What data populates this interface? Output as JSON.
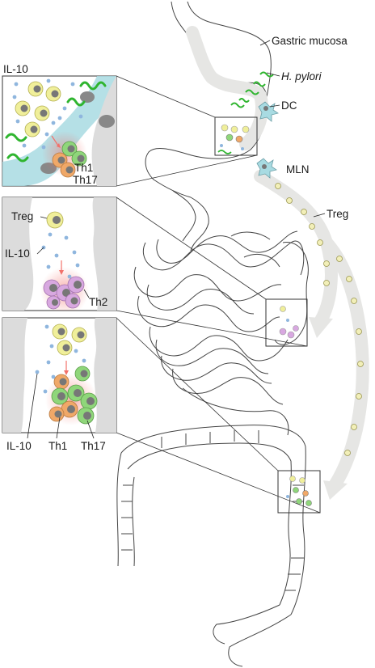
{
  "labels": {
    "gastric_mucosa": "Gastric mucosa",
    "h_pylori": "H. pylori",
    "dc": "DC",
    "mln": "MLN",
    "treg_migration": "Treg",
    "stomach_inset": {
      "il10": "IL-10",
      "th1": "Th1",
      "th17": "Th17"
    },
    "small_intestine_inset": {
      "treg": "Treg",
      "il10": "IL-10",
      "th2": "Th2"
    },
    "colon_inset": {
      "il10": "IL-10",
      "th1": "Th1",
      "th17": "Th17"
    }
  },
  "colors": {
    "tissue_gray": "#e6e6e4",
    "treg_yellow": "#f0ef9a",
    "th1_green": "#8fd67a",
    "th17_orange": "#f0a868",
    "th2_purple": "#d8a8e0",
    "dc_blue": "#a8dbe2",
    "il10_dot_blue": "#8fb6de",
    "h_pylori_green": "#2fb52f",
    "inflammation_red": "#f2706a"
  }
}
